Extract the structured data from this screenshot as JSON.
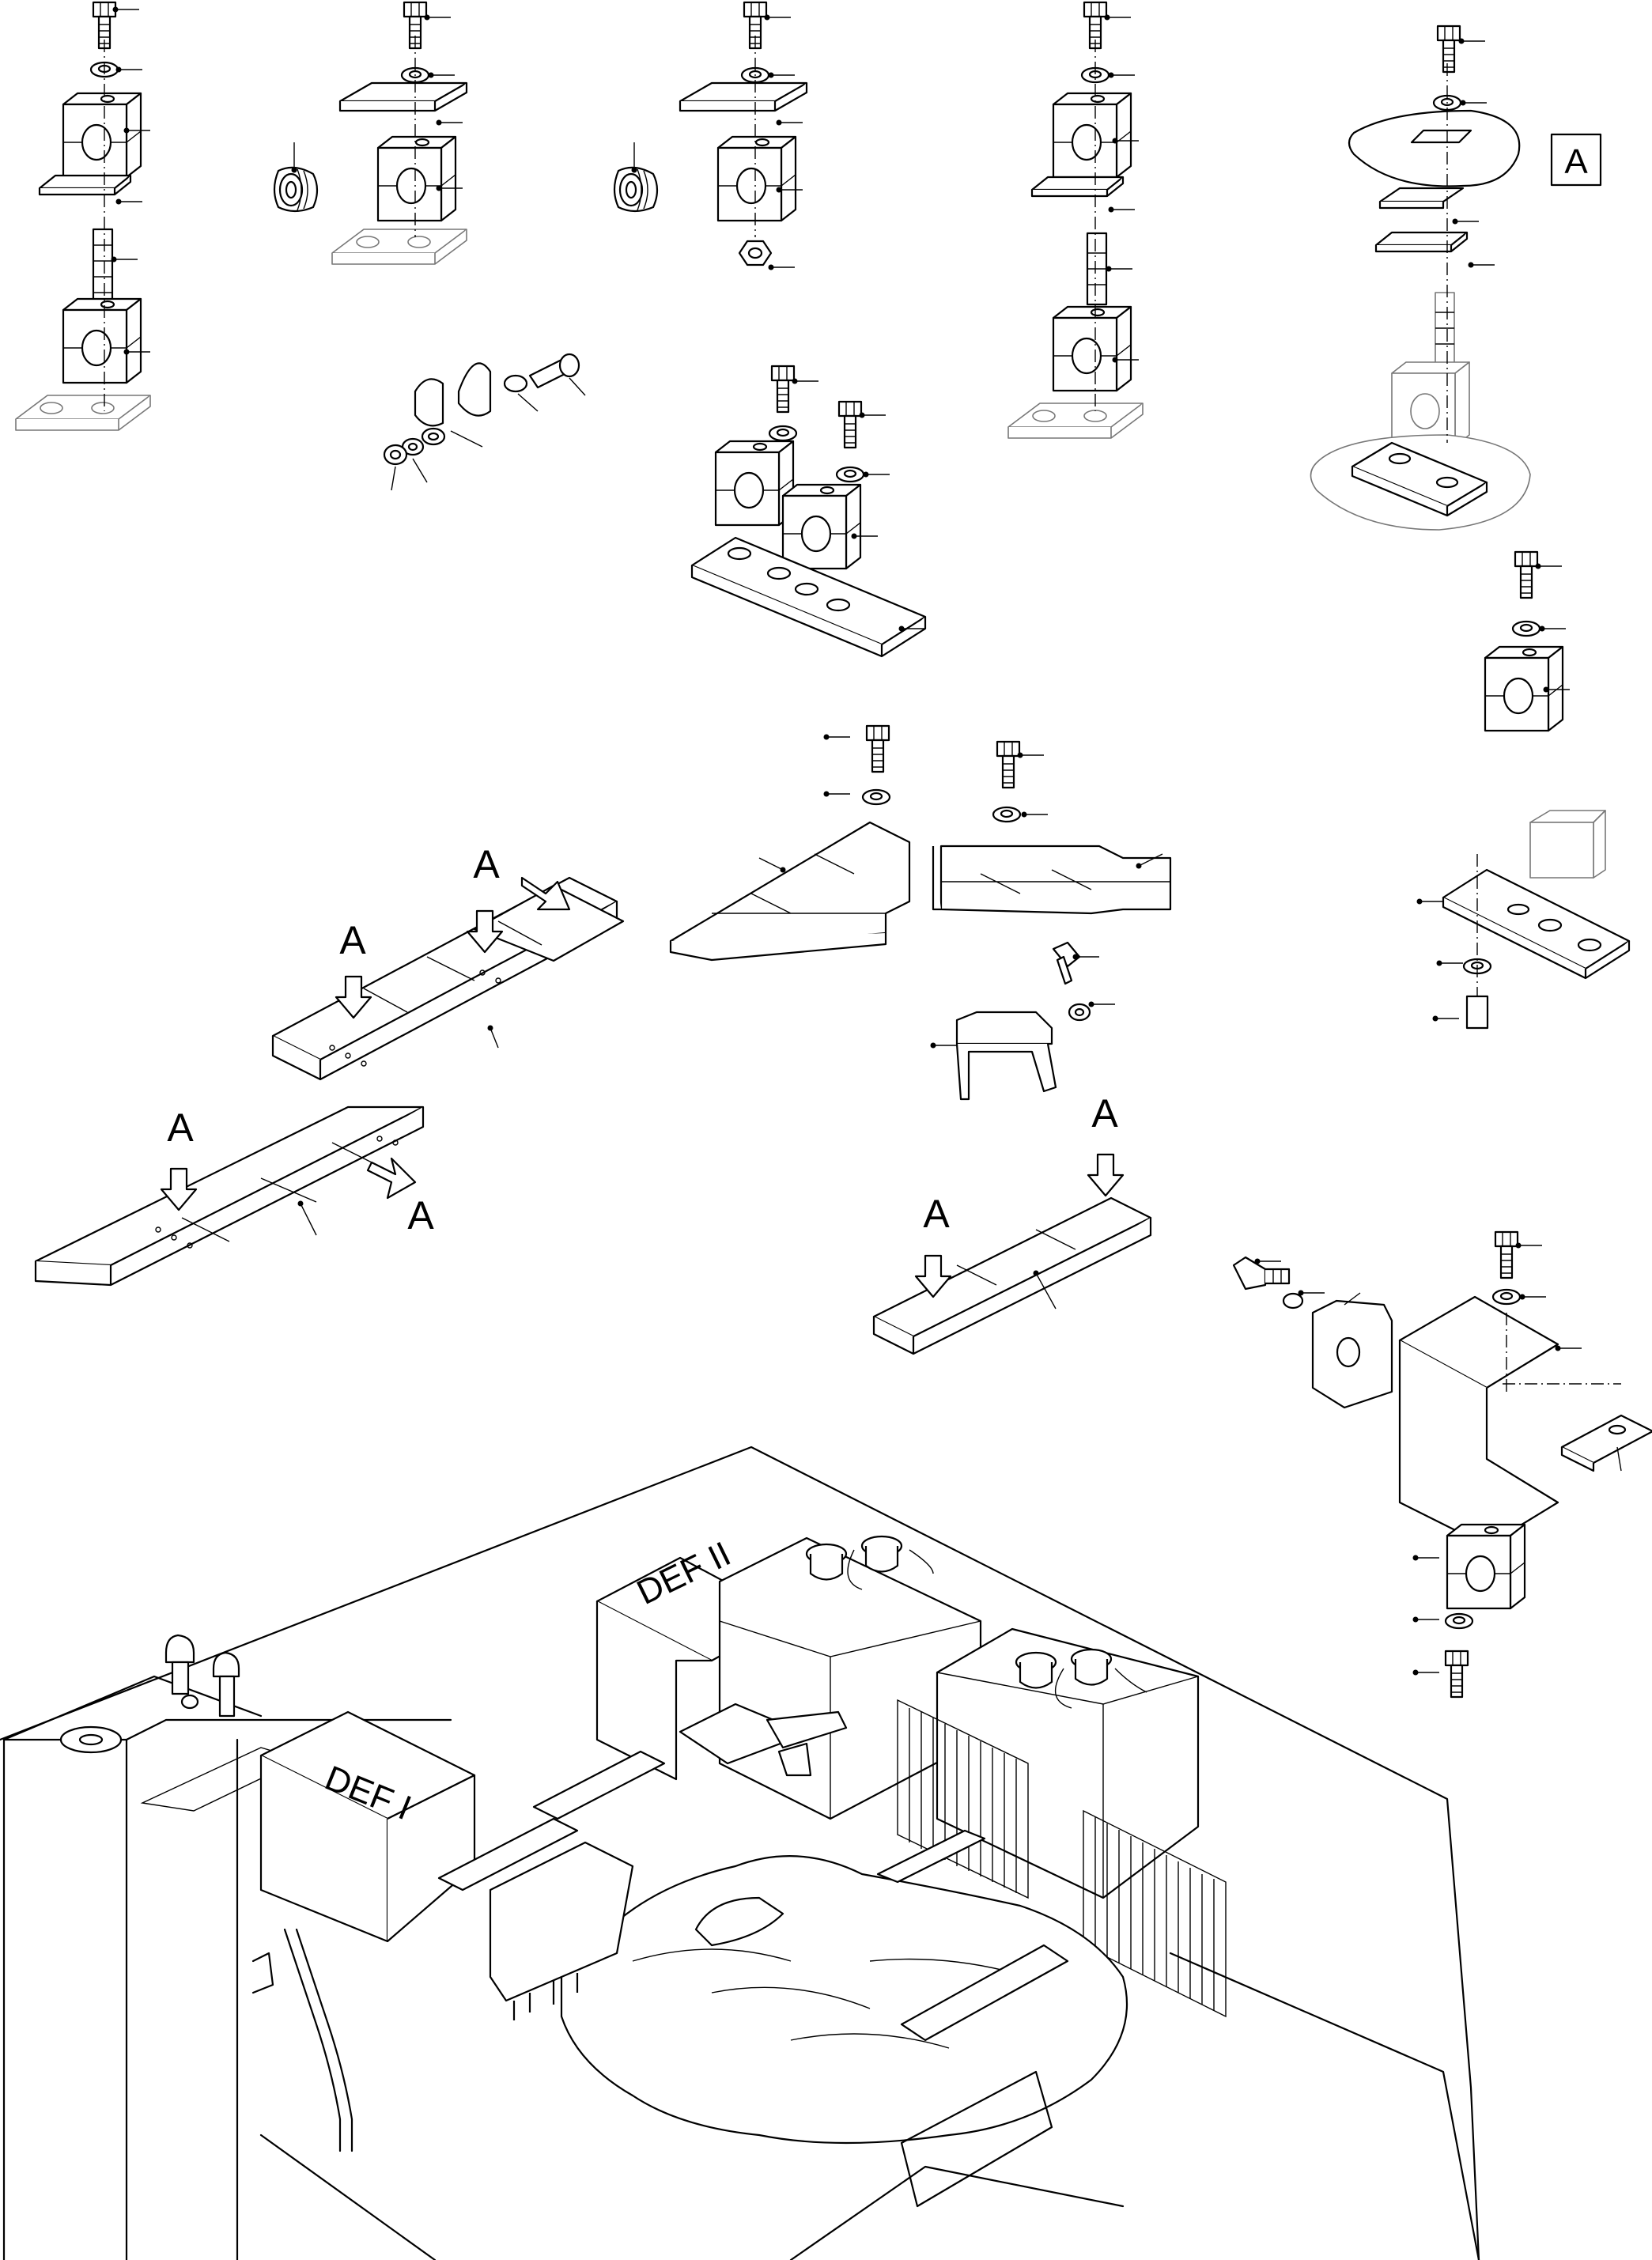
{
  "view_marker": "A",
  "view_labels": [
    "A",
    "A",
    "A",
    "A",
    "A",
    "A",
    "A",
    "A"
  ],
  "module_labels": {
    "def_one": "DEF I",
    "def_two": "DEF II"
  }
}
